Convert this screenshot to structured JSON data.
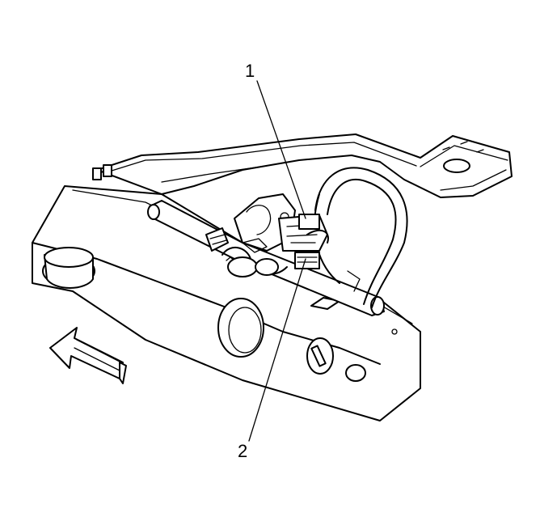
{
  "callouts": [
    {
      "id": "1",
      "label": "1"
    },
    {
      "id": "2",
      "label": "2"
    }
  ],
  "colors": {
    "background": "#ffffff",
    "line": "#000000"
  }
}
